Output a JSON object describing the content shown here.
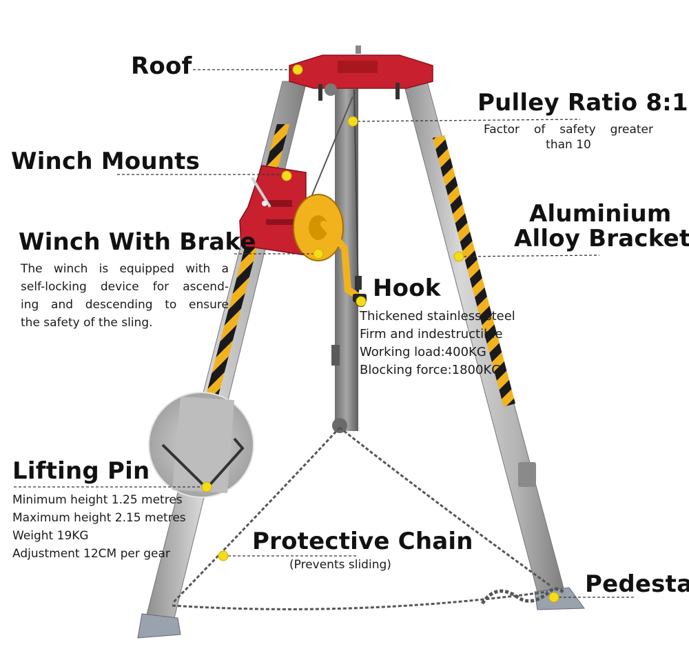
{
  "colors": {
    "frame_red": "#c8202e",
    "winch_yellow": "#f2b21e",
    "hazard_black": "#1a1a1a",
    "leg_gray": "#b9b9b9",
    "marker_yellow": "#f5dc1a",
    "leader_line": "#333333"
  },
  "labels": {
    "roof": {
      "title": "Roof"
    },
    "pulley": {
      "title": "Pulley Ratio 8:1",
      "lines": [
        "Factor of safety greater",
        "than 10"
      ]
    },
    "winch_mounts": {
      "title": "Winch Mounts"
    },
    "aluminium": {
      "title_line1": "Aluminium",
      "title_line2": "Alloy Bracket"
    },
    "winch_brake": {
      "title": "Winch With Brake",
      "lines": [
        "The winch is equipped with a",
        "self-locking device for ascend-",
        "ing and descending to ensure",
        "the safety of the sling."
      ]
    },
    "hook": {
      "title": "Hook",
      "lines": [
        "Thickened stainless steel",
        "Firm and indestructible",
        "Working load:400KG",
        "Blocking force:1800KG"
      ]
    },
    "lifting_pin": {
      "title": "Lifting Pin",
      "lines": [
        "Minimum height 1.25 metres",
        "Maximum height 2.15 metres",
        "Weight 19KG",
        "Adjustment 12CM per gear"
      ]
    },
    "chain": {
      "title": "Protective Chain",
      "subtitle": "(Prevents sliding)"
    },
    "pedestal": {
      "title": "Pedestal"
    }
  }
}
